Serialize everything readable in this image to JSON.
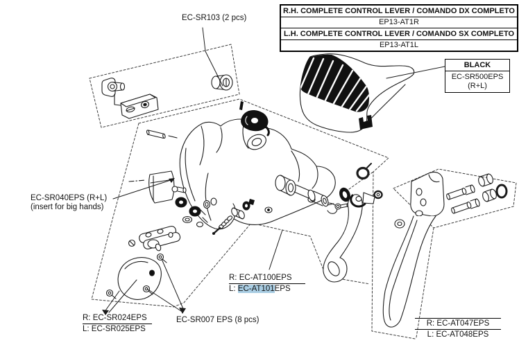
{
  "header_table": {
    "rh_title": "R.H. COMPLETE CONTROL LEVER / COMANDO DX COMPLETO",
    "rh_code": "EP13-AT1R",
    "lh_title": "L.H. COMPLETE CONTROL LEVER / COMANDO SX COMPLETO",
    "lh_code": "EP13-AT1L"
  },
  "labels": {
    "sr103": "EC-SR103 (2 pcs)",
    "black": {
      "title": "BLACK",
      "code": "EC-SR500EPS",
      "variant": "(R+L)"
    },
    "sr040": {
      "line1": "EC-SR040EPS (R+L)",
      "line2": "(insert for big hands)"
    },
    "sr024": {
      "r": "R: EC-SR024EPS",
      "l": "L: EC-SR025EPS"
    },
    "sr007": "EC-SR007 EPS (8 pcs)",
    "at100": {
      "r": "R: EC-AT100EPS",
      "l_prefix": "L: ",
      "l_highlight": "EC-AT101",
      "l_suffix": "EPS"
    },
    "at047": {
      "r": "R: EC-AT047EPS",
      "l": "L: EC-AT048EPS"
    }
  },
  "colors": {
    "selection_highlight": "#a9cde3",
    "line": "#1a1a1a"
  }
}
